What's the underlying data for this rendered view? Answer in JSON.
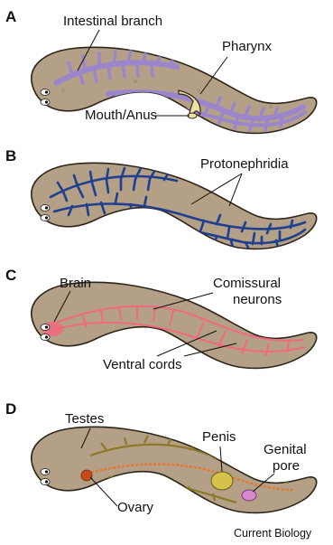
{
  "panels": [
    {
      "letter": "A",
      "labels": {
        "intestinal_branch": "Intestinal branch",
        "pharynx": "Pharynx",
        "mouth_anus": "Mouth/Anus"
      },
      "colors": {
        "intestine": "#9b86cc",
        "pharynx": "#ecdf9f"
      }
    },
    {
      "letter": "B",
      "labels": {
        "protonephridia": "Protonephridia"
      },
      "colors": {
        "protonephridia": "#1f3f8f"
      }
    },
    {
      "letter": "C",
      "labels": {
        "brain": "Brain",
        "comissural_neurons": "Comissural\nneurons",
        "comissural_line1": "Comissural",
        "comissural_line2": "neurons",
        "ventral_cords": "Ventral cords"
      },
      "colors": {
        "nerves": "#f06a7c"
      }
    },
    {
      "letter": "D",
      "labels": {
        "testes": "Testes",
        "penis": "Penis",
        "genital_pore_line1": "Genital",
        "genital_pore_line2": "pore",
        "ovary": "Ovary"
      },
      "colors": {
        "testes": "#8a7a2a",
        "oviduct": "#e8742e",
        "penis": "#d6c24a",
        "pore": "#d58acb"
      }
    }
  ],
  "credit": "Current Biology",
  "colors": {
    "body": "#b3a086",
    "outline": "#2d241a",
    "background": "#ffffff"
  }
}
